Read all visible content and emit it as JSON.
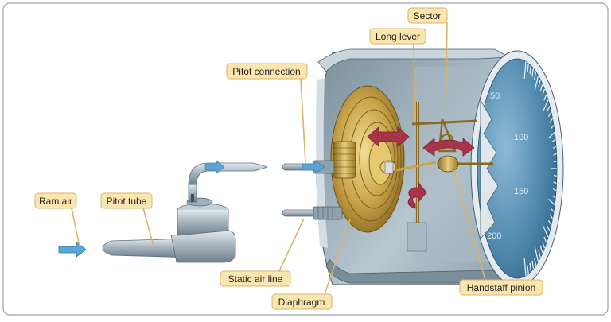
{
  "labels": {
    "ram_air": "Ram air",
    "pitot_tube": "Pitot tube",
    "pitot_connection": "Pitot connection",
    "static_air_line": "Static air line",
    "diaphragm": "Diaphragm",
    "long_lever": "Long lever",
    "sector": "Sector",
    "handstaff_pinion": "Handstaff pinion"
  },
  "dial": {
    "marks": [
      "50",
      "100",
      "150",
      "200"
    ]
  },
  "colors": {
    "label_fill": "#fce6b0",
    "label_stroke": "#d9b46a",
    "flow_arrow": "#5aa6d6",
    "motion_arrow": "#a8344a",
    "diaphragm_gold": "#c9a44a",
    "dial_face": "#4d86aa",
    "housing_gray": "#9fb0bc"
  }
}
